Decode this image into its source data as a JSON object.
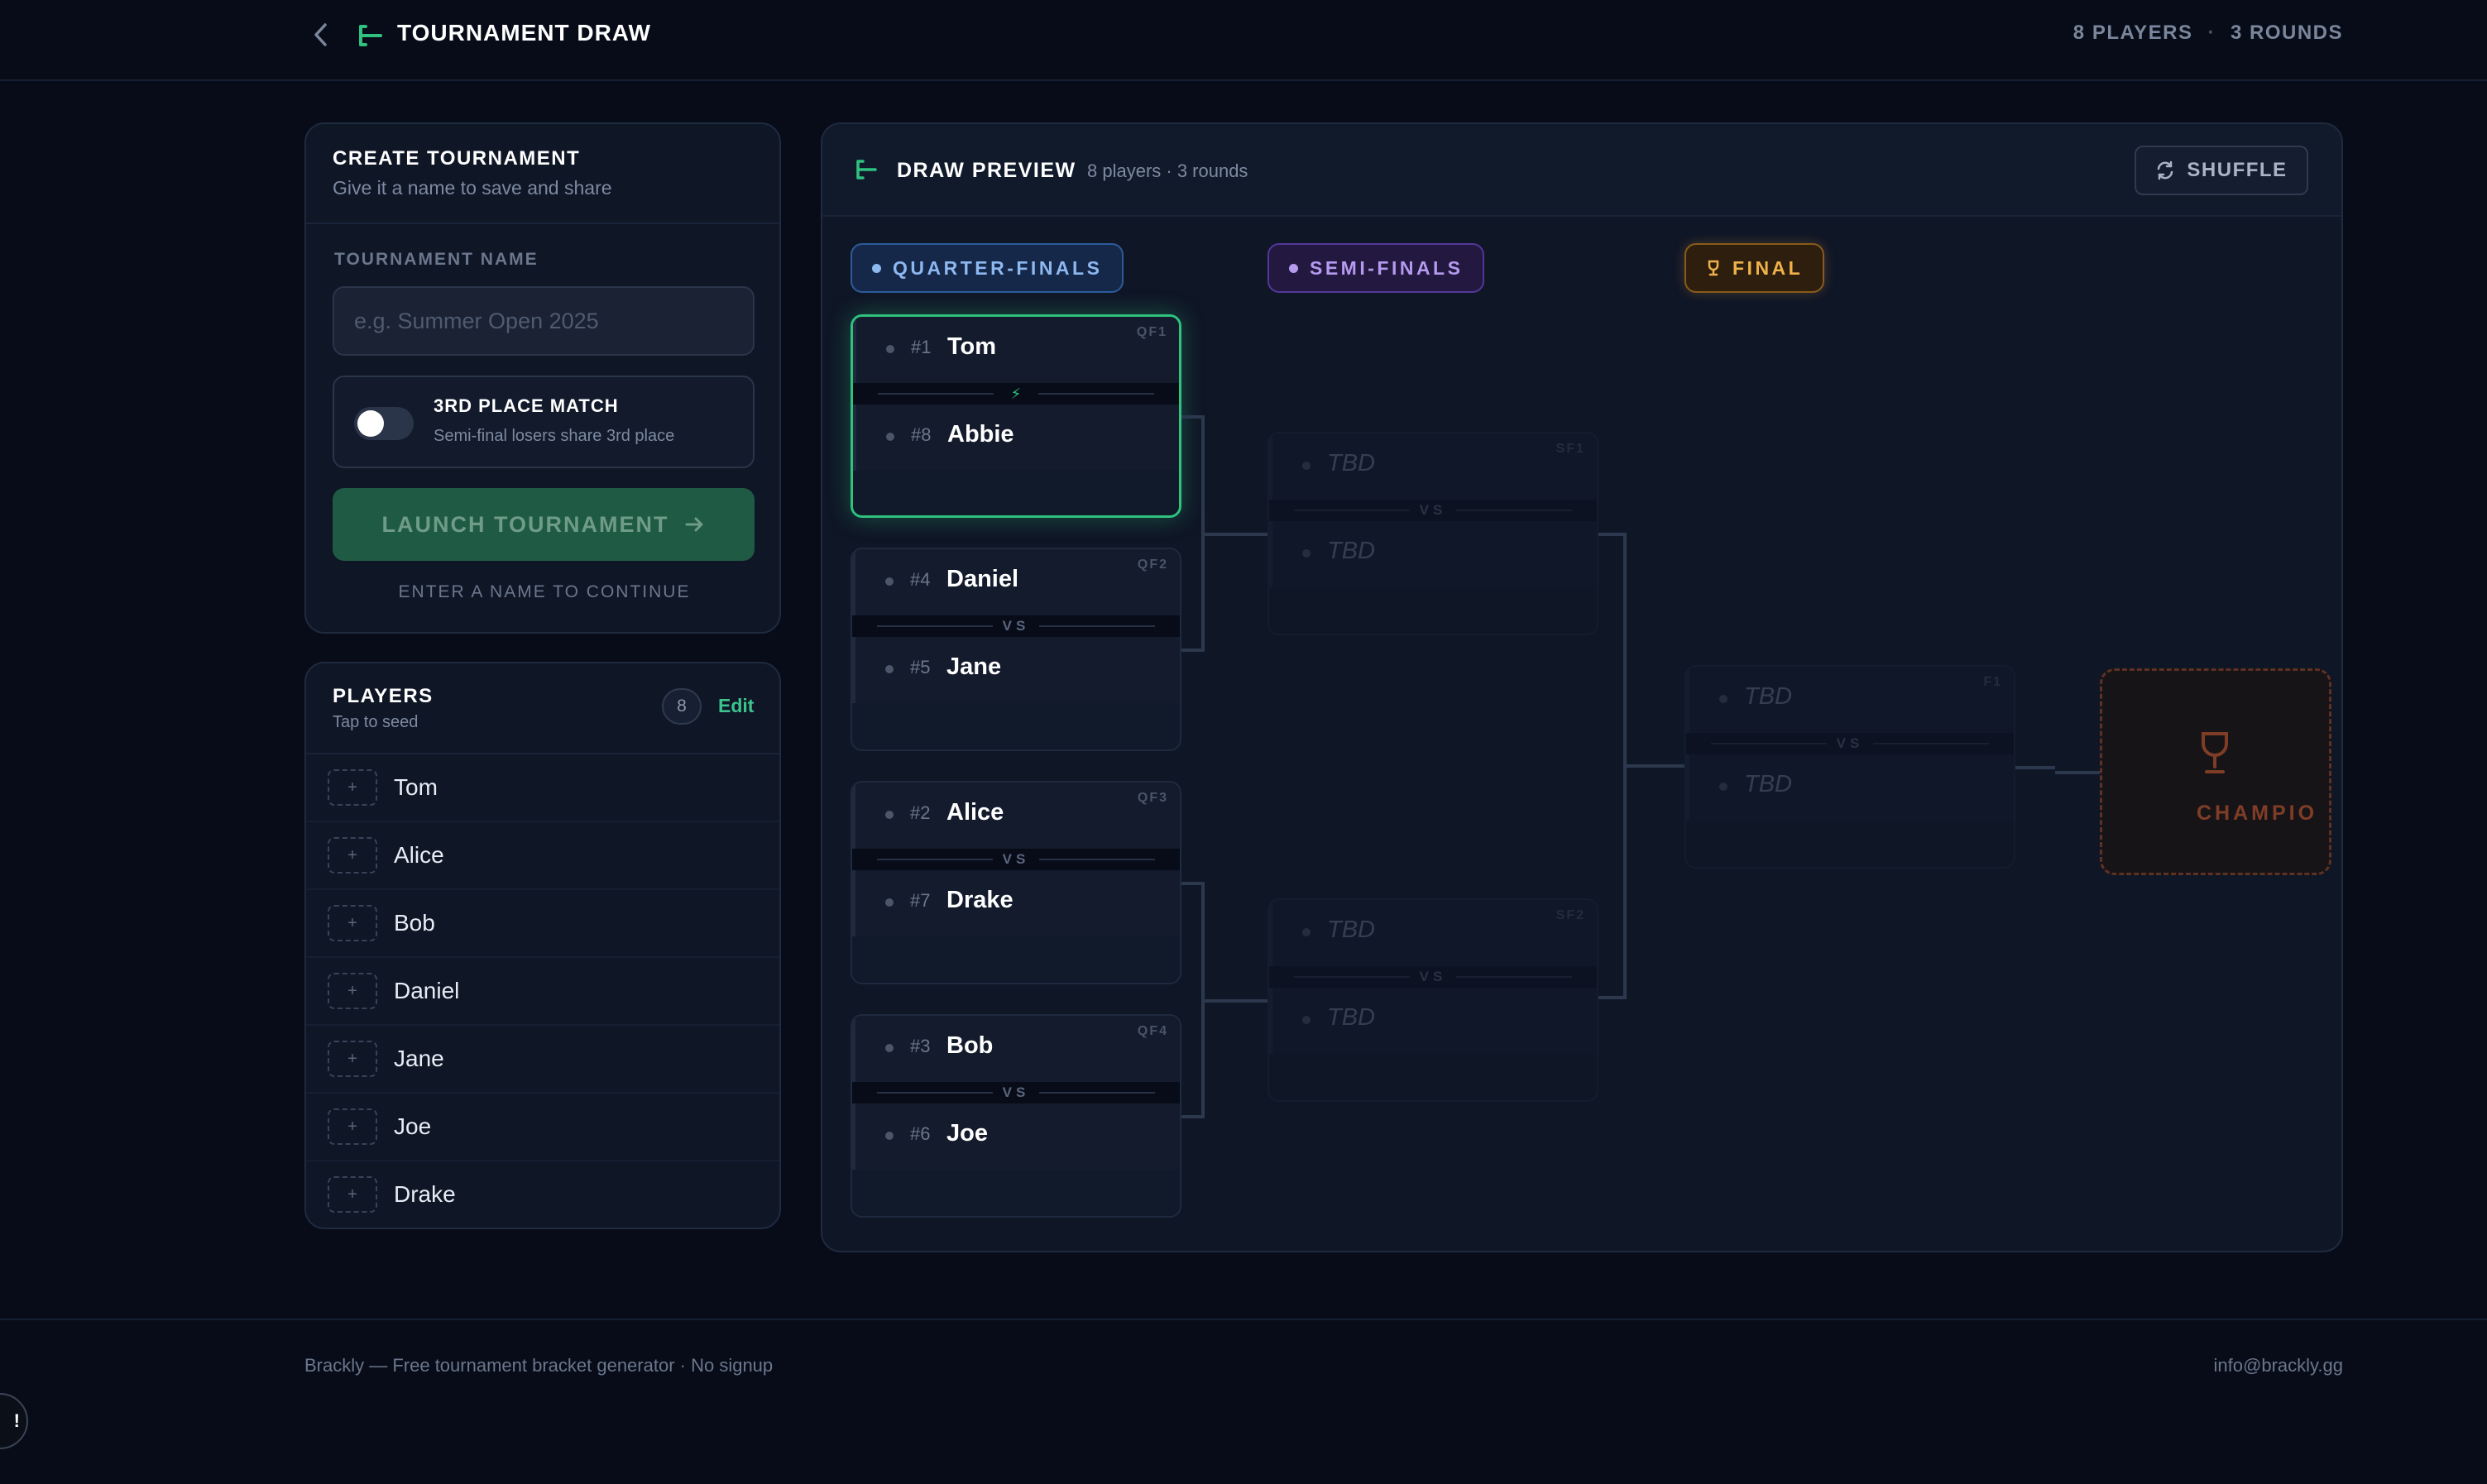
{
  "header": {
    "title": "TOURNAMENT DRAW",
    "players_count": "8 PLAYERS",
    "separator": "·",
    "rounds_count": "3 ROUNDS"
  },
  "create": {
    "title": "CREATE TOURNAMENT",
    "subtitle": "Give it a name to save and share",
    "name_label": "TOURNAMENT NAME",
    "name_placeholder": "e.g. Summer Open 2025",
    "name_value": "",
    "third_place_title": "3RD PLACE MATCH",
    "third_place_sub": "Semi-final losers share 3rd place",
    "third_place_on": false,
    "launch_label": "LAUNCH TOURNAMENT",
    "hint": "ENTER A NAME TO CONTINUE"
  },
  "players": {
    "title": "PLAYERS",
    "subtitle": "Tap to seed",
    "count": "8",
    "edit_label": "Edit",
    "seed_glyph": "+",
    "list": [
      "Tom",
      "Alice",
      "Bob",
      "Daniel",
      "Jane",
      "Joe",
      "Drake"
    ]
  },
  "preview": {
    "title": "DRAW PREVIEW",
    "subtitle": "8 players · 3 rounds",
    "shuffle_label": "SHUFFLE",
    "rounds": {
      "qf": "QUARTER-FINALS",
      "sf": "SEMI-FINALS",
      "final": "FINAL"
    },
    "vs_label": "VS",
    "quarterfinals": [
      {
        "id": "QF1",
        "top": {
          "seed": "#1",
          "name": "Tom"
        },
        "bottom": {
          "seed": "#8",
          "name": "Abbie"
        }
      },
      {
        "id": "QF2",
        "top": {
          "seed": "#4",
          "name": "Daniel"
        },
        "bottom": {
          "seed": "#5",
          "name": "Jane"
        }
      },
      {
        "id": "QF3",
        "top": {
          "seed": "#2",
          "name": "Alice"
        },
        "bottom": {
          "seed": "#7",
          "name": "Drake"
        }
      },
      {
        "id": "QF4",
        "top": {
          "seed": "#3",
          "name": "Bob"
        },
        "bottom": {
          "seed": "#6",
          "name": "Joe"
        }
      }
    ],
    "semifinals": [
      {
        "id": "SF1",
        "top": "TBD",
        "bottom": "TBD"
      },
      {
        "id": "SF2",
        "top": "TBD",
        "bottom": "TBD"
      }
    ],
    "final": {
      "id": "F1",
      "top": "TBD",
      "bottom": "TBD"
    },
    "champion_label": "CHAMPIO"
  },
  "footer": {
    "tagline": "Brackly — Free tournament bracket generator · No signup",
    "email": "info@brackly.gg"
  },
  "colors": {
    "background": "#070c18",
    "accent_green": "#2ec27e",
    "qf_blue": "#8eb8f0",
    "sf_purple": "#b59af0",
    "final_orange": "#f0b24a"
  },
  "icons": [
    "back-chevron-icon",
    "bracket-icon",
    "shuffle-icon",
    "arrow-right-icon",
    "trophy-icon",
    "lightning-icon"
  ]
}
